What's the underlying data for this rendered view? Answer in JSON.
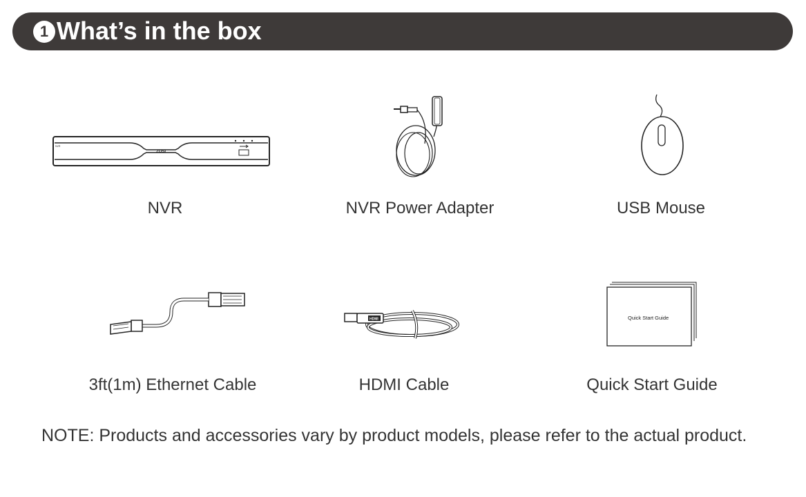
{
  "header": {
    "number": "1",
    "title": "What’s in the box"
  },
  "items": [
    {
      "label": "NVR",
      "icon": "nvr-icon",
      "device_brand": "ZOSI",
      "device_model_text": "NVR"
    },
    {
      "label": "NVR Power Adapter",
      "icon": "power-adapter-icon"
    },
    {
      "label": "USB Mouse",
      "icon": "usb-mouse-icon"
    },
    {
      "label": "3ft(1m) Ethernet Cable",
      "icon": "ethernet-cable-icon"
    },
    {
      "label": "HDMI Cable",
      "icon": "hdmi-cable-icon",
      "connector_text": "HDMI"
    },
    {
      "label": "Quick Start Guide",
      "icon": "quick-start-guide-icon",
      "cover_text": "Quick Start Guide"
    }
  ],
  "note": "NOTE: Products and accessories vary by product models, please refer to the actual product."
}
